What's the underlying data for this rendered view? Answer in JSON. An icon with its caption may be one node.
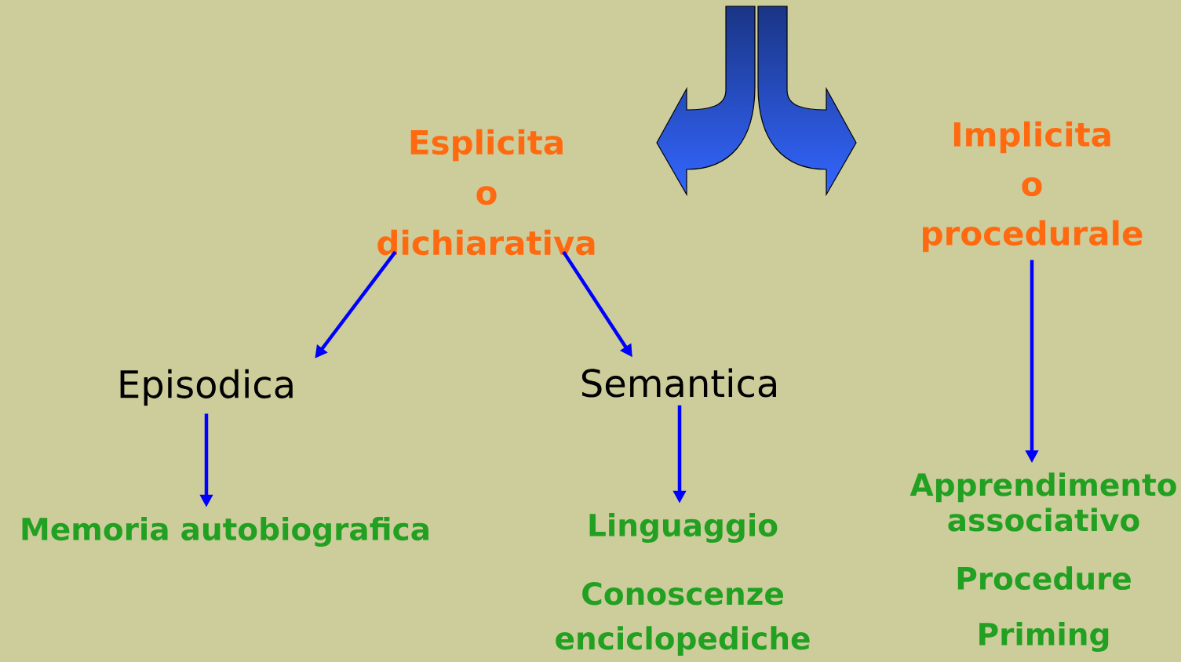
{
  "diagram": {
    "nodes": [
      {
        "text": [
          "Esplicita o dichiarativa"
        ]
      },
      {
        "text": [
          "Implicita o procedurale"
        ]
      },
      {
        "text": [
          "Episodica"
        ]
      },
      {
        "text": [
          "Semantica"
        ]
      },
      {
        "text": [
          "Memoria autobiografica"
        ]
      },
      {
        "text": [
          "Linguaggio"
        ]
      },
      {
        "text": [
          "Conoscenze enciclopediche"
        ]
      },
      {
        "text": [
          "Apprendimento associativo"
        ]
      },
      {
        "text": [
          "Procedure"
        ]
      },
      {
        "text": [
          "Priming"
        ]
      }
    ],
    "edges": [
      {
        "from": 0,
        "to": 2,
        "arrow": "to"
      },
      {
        "from": 0,
        "to": 3,
        "arrow": "to"
      },
      {
        "from": 2,
        "to": 4,
        "arrow": "to"
      },
      {
        "from": 3,
        "to": 5,
        "arrow": "to"
      },
      {
        "from": 1,
        "to": 7,
        "arrow": "to"
      }
    ]
  }
}
